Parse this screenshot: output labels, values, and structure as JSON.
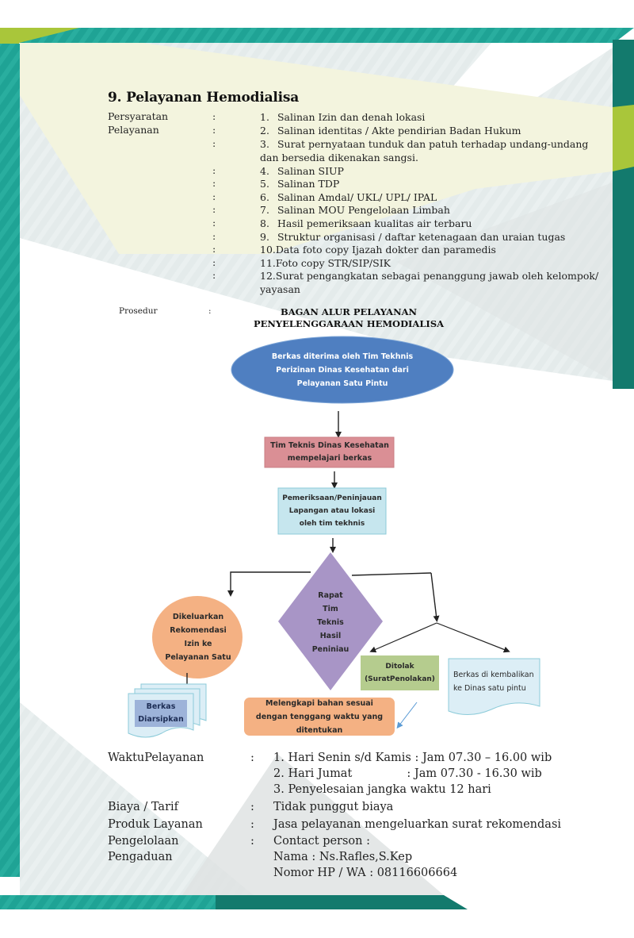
{
  "document": {
    "title": "9. Pelayanan Hemodialisa",
    "requirements": {
      "label_line1": "Persyaratan",
      "label_line2": "Pelayanan",
      "colon": ":",
      "items": [
        {
          "num": "1.",
          "text": "Salinan Izin dan denah lokasi"
        },
        {
          "num": "2.",
          "text": "Salinan identitas / Akte pendirian Badan Hukum"
        },
        {
          "num": "3.",
          "text": "Surat pernyataan tunduk dan patuh terhadap undang-undang dan bersedia dikenakan sangsi."
        },
        {
          "num": "4.",
          "text": "Salinan SIUP"
        },
        {
          "num": "5.",
          "text": "Salinan TDP"
        },
        {
          "num": "6.",
          "text": "Salinan Amdal/ UKL/ UPL/ IPAL"
        },
        {
          "num": "7.",
          "text": "Salinan MOU Pengelolaan Limbah"
        },
        {
          "num": "8.",
          "text": "Hasil pemeriksaan kualitas air terbaru"
        },
        {
          "num": "9.",
          "text": "Struktur organisasi / daftar ketenagaan dan uraian tugas"
        },
        {
          "num": "10.",
          "text": "Data foto copy Ijazah dokter dan paramedis"
        },
        {
          "num": "11.",
          "text": "Foto copy STR/SIP/SIK"
        },
        {
          "num": "12.",
          "text": "Surat pengangkatan sebagai penanggung jawab oleh kelompok/ yayasan"
        }
      ]
    },
    "procedure": {
      "label": "Prosedur",
      "colon": ":",
      "chart_title_line1": "BAGAN ALUR PELAYANAN",
      "chart_title_line2": "PENYELENGGARAAN HEMODIALISA"
    },
    "flowchart": {
      "start": "Berkas diterima oleh Tim Tekhnis Perizinan Dinas Kesehatan dari Pelayanan Satu Pintu",
      "step_review": "Tim Teknis Dinas Kesehatan mempelajari berkas",
      "step_inspection": "Pemeriksaan/Peninjauan Lapangan atau lokasi oleh tim tekhnis",
      "decision": "Rapat Tim Teknis Hasil Peniniau",
      "approved": "Dikeluarkan Rekomendasi Izin ke Pelayanan Satu",
      "archived": "Berkas Diarsipkan",
      "rejected": "Ditolak (SuratPenolakan)",
      "returned": "Berkas di kembalikan ke Dinas satu pintu",
      "complete": "Melengkapi bahan sesuai dengan tenggang waktu yang  ditentukan"
    },
    "service_info": {
      "colon": ":",
      "hours": {
        "label": "WaktuPelayanan",
        "lines": [
          "1. Hari Senin s/d Kamis : Jam 07.30 – 16.00 wib",
          "2. Hari Jumat               : Jam 07.30 - 16.30 wib",
          "3. Penyelesaian jangka waktu 12 hari"
        ]
      },
      "fee": {
        "label": "Biaya / Tarif",
        "value": "Tidak punggut biaya"
      },
      "product": {
        "label": "Produk Layanan",
        "value": "Jasa pelayanan mengeluarkan surat rekomendasi"
      },
      "complaints": {
        "label_line1": "Pengelolaan",
        "label_line2": "Pengaduan",
        "lines": [
          "Contact person :",
          "Nama : Ns.Rafles,S.Kep",
          "Nomor HP / WA : 08116606664"
        ]
      }
    }
  },
  "colors": {
    "teal": "#1b9c8f",
    "dark_teal": "#137a6d",
    "lime": "#a9c63a",
    "cream": "#f3f4de",
    "ellipse_blue": "#4f7fc1",
    "pink_box": "#da8f95",
    "light_blue_box": "#c6e6ee",
    "purple_diamond": "#a895c6",
    "orange": "#f4b183",
    "green_box": "#b5cc8e",
    "doc_blue": "#dceef6",
    "archive_inner": "#9db3d9"
  }
}
